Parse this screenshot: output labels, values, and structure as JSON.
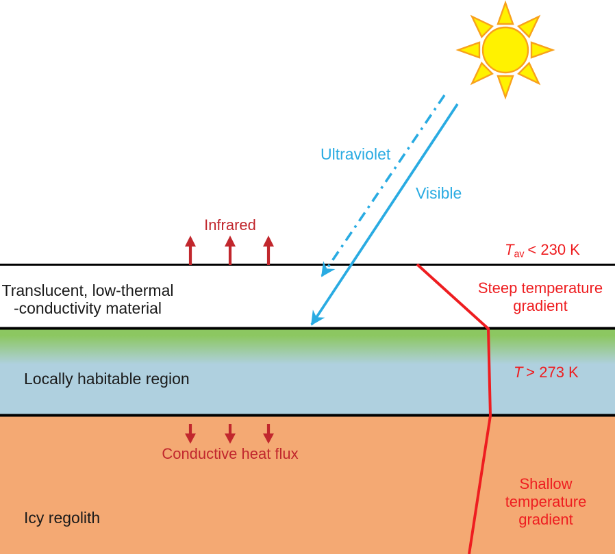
{
  "colors": {
    "cyan": "#29ABE2",
    "red_bright": "#EE1D20",
    "red_dark": "#C1272D",
    "ink": "#1A1A1A",
    "sun_fill": "#FFF200",
    "sun_stroke": "#F8A11B",
    "band_green": "#8CC761",
    "band_blue": "#AFD0DF",
    "regolith_orange": "#F4A973"
  },
  "atmosphere": {
    "ultraviolet_label": "Ultraviolet",
    "visible_label": "Visible",
    "infrared_label": "Infrared",
    "surface_temp": {
      "symbol": "T",
      "subscript": "av",
      "value": "< 230 K"
    }
  },
  "subsurface": {
    "translucent_layer": {
      "line1": "Translucent, low-thermal",
      "line2": "-conductivity material"
    },
    "steep_gradient_label": "Steep temperature gradient",
    "habitable_region_label": "Locally habitable region",
    "habitable_temp": {
      "symbol": "T",
      "value": "> 273 K"
    },
    "conductive_flux_label": "Conductive heat flux",
    "icy_regolith_label": "Icy regolith",
    "shallow_gradient_label": "Shallow temperature gradient"
  }
}
